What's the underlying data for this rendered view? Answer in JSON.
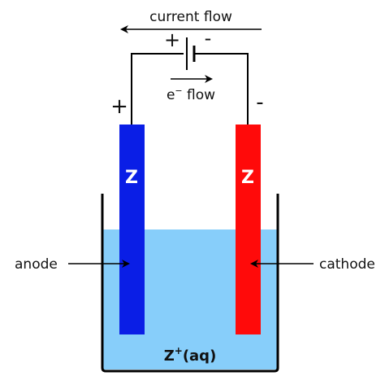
{
  "labels": {
    "current_flow": "current flow",
    "battery_plus": "+",
    "battery_minus": "-",
    "electron_flow_base": "e",
    "electron_flow_sup": "−",
    "electron_flow_tail": " flow",
    "left_terminal_sign": "+",
    "right_terminal_sign": "-",
    "anode_symbol": "Z",
    "cathode_symbol": "Z",
    "anode_label": "anode",
    "cathode_label": "cathode",
    "electrolyte_base": "Z",
    "electrolyte_sup": "+",
    "electrolyte_tail": "(aq)"
  },
  "colors": {
    "anode": "#0a1ee6",
    "cathode": "#ff0a0a",
    "electrolyte": "#87cefa",
    "wire": "#000000",
    "electrode_text": "#ffffff"
  }
}
